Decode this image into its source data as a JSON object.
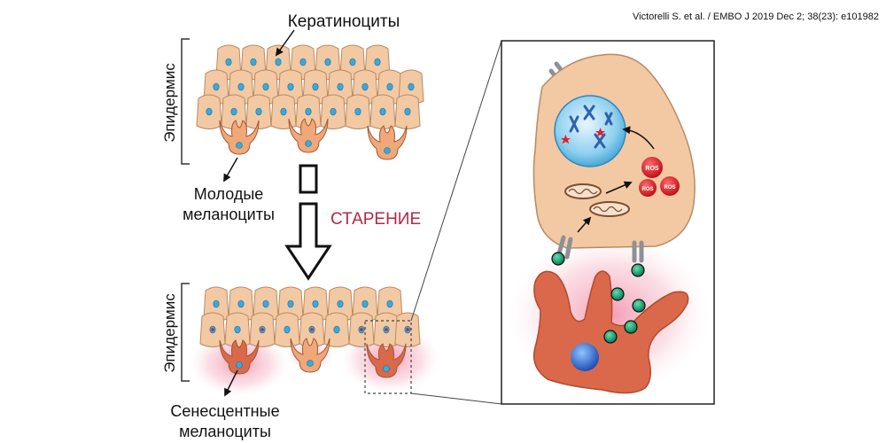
{
  "citation": "Victorelli S. et al. / EMBO J 2019 Dec 2; 38(23): e101982",
  "labels": {
    "keratinocytes": "Кератиноциты",
    "epidermis_top": "Эпидермис",
    "epidermis_bottom": "Эпидермис",
    "young_line1": "Молодые",
    "young_line2": "меланоциты",
    "aging": "СТАРЕНИЕ",
    "senescent_line1": "Сенесцентные",
    "senescent_line2": "меланоциты",
    "ros": "ROS"
  },
  "colors": {
    "keratinocyte_fill": "#f2c9a3",
    "keratinocyte_stroke": "#b98a62",
    "nucleus_blue": "#3aa9dd",
    "young_melanocyte": "#f0a878",
    "senescent_melanocyte": "#d9694a",
    "aging_text": "#b0294a",
    "ros_red": "#d81f26",
    "sasp_green": "#1fa37a",
    "glow_pink": "#f3b5c4"
  }
}
